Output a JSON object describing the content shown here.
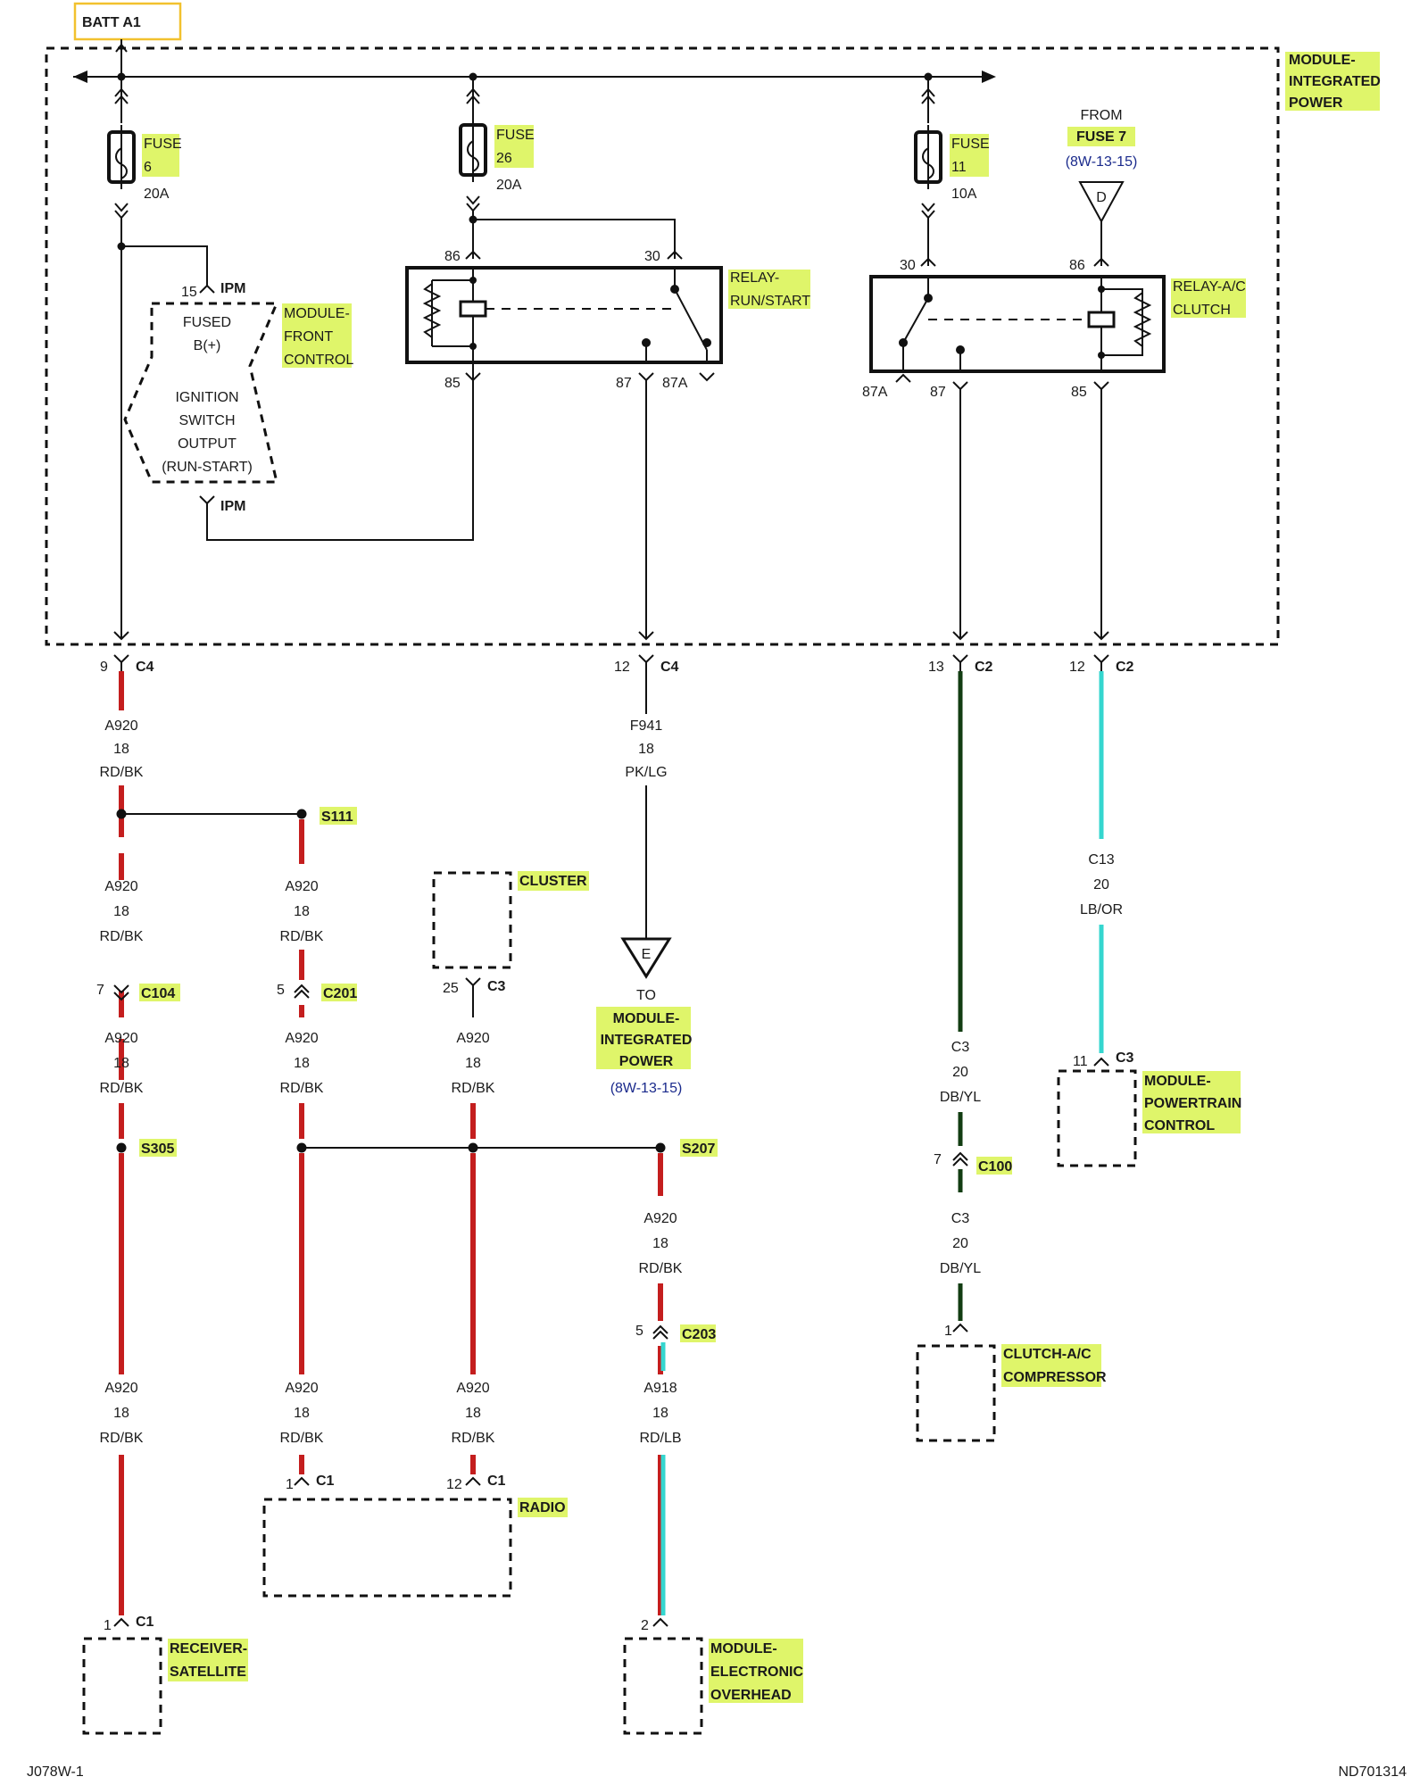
{
  "source": {
    "batt": "BATT A1"
  },
  "ipm": {
    "title": [
      "MODULE-",
      "INTEGRATED",
      "POWER"
    ]
  },
  "fuses": {
    "f6": {
      "name": [
        "FUSE",
        "6"
      ],
      "rating": "20A"
    },
    "f26": {
      "name": [
        "FUSE",
        "26"
      ],
      "rating": "20A"
    },
    "f11": {
      "name": [
        "FUSE",
        "11"
      ],
      "rating": "10A"
    },
    "from": {
      "line1": "FROM",
      "name": "FUSE 7",
      "ref": "(8W-13-15)",
      "connector": "D"
    }
  },
  "relay_run_start": {
    "name": [
      "RELAY-",
      "RUN/START"
    ],
    "pins": {
      "p86": "86",
      "p30": "30",
      "p85": "85",
      "p87": "87",
      "p87a": "87A"
    }
  },
  "relay_ac": {
    "name": [
      "RELAY-A/C",
      "CLUTCH"
    ],
    "pins": {
      "p30": "30",
      "p86": "86",
      "p87a": "87A",
      "p87": "87",
      "p85": "85"
    }
  },
  "fcm": {
    "name": [
      "MODULE-",
      "FRONT",
      "CONTROL"
    ],
    "pin_top": "15",
    "pin_top_conn": "IPM",
    "pin_bot_conn": "IPM",
    "inner": [
      "FUSED",
      "B(+)",
      "IGNITION",
      "SWITCH",
      "OUTPUT",
      "(RUN-START)"
    ]
  },
  "ipm_outputs": {
    "o1": {
      "pin": "9",
      "conn": "C4"
    },
    "o2": {
      "pin": "12",
      "conn": "C4"
    },
    "o3": {
      "pin": "13",
      "conn": "C2"
    },
    "o4": {
      "pin": "12",
      "conn": "C2"
    }
  },
  "wires": {
    "a920": {
      "code": "A920",
      "gauge": "18",
      "color": "RD/BK"
    },
    "f941": {
      "code": "F941",
      "gauge": "18",
      "color": "PK/LG"
    },
    "c13": {
      "code": "C13",
      "gauge": "20",
      "color": "LB/OR"
    },
    "c3": {
      "code": "C3",
      "gauge": "20",
      "color": "DB/YL"
    },
    "a918": {
      "code": "A918",
      "gauge": "18",
      "color": "RD/LB"
    }
  },
  "splices": {
    "s111": "S111",
    "s305": "S305",
    "s207": "S207"
  },
  "connectors": {
    "c104": {
      "pin": "7",
      "name": "C104"
    },
    "c201": {
      "pin": "5",
      "name": "C201"
    },
    "c3cluster": {
      "pin": "25",
      "name": "C3"
    },
    "c100": {
      "pin": "7",
      "name": "C100"
    },
    "c203": {
      "pin": "5",
      "name": "C203"
    },
    "pcm_c3": {
      "pin": "11",
      "name": "C3"
    },
    "radio_c1a": {
      "pin": "1",
      "name": "C1"
    },
    "radio_c1b": {
      "pin": "12",
      "name": "C1"
    },
    "rx_c1": {
      "pin": "1",
      "name": "C1"
    },
    "clutch_p1": {
      "pin": "1"
    },
    "overhead_p2": {
      "pin": "2"
    }
  },
  "components": {
    "cluster": "CLUSTER",
    "to_ipm": {
      "line1": "TO",
      "name": [
        "MODULE-",
        "INTEGRATED",
        "POWER"
      ],
      "ref": "(8W-13-15)",
      "connector": "E"
    },
    "pcm": [
      "MODULE-",
      "POWERTRAIN",
      "CONTROL"
    ],
    "clutch": [
      "CLUTCH-A/C",
      "COMPRESSOR"
    ],
    "radio": "RADIO",
    "receiver": [
      "RECEIVER-",
      "SATELLITE"
    ],
    "overhead": [
      "MODULE-",
      "ELECTRONIC",
      "OVERHEAD"
    ]
  },
  "footer": {
    "left": "J078W-1",
    "right": "ND701314"
  }
}
